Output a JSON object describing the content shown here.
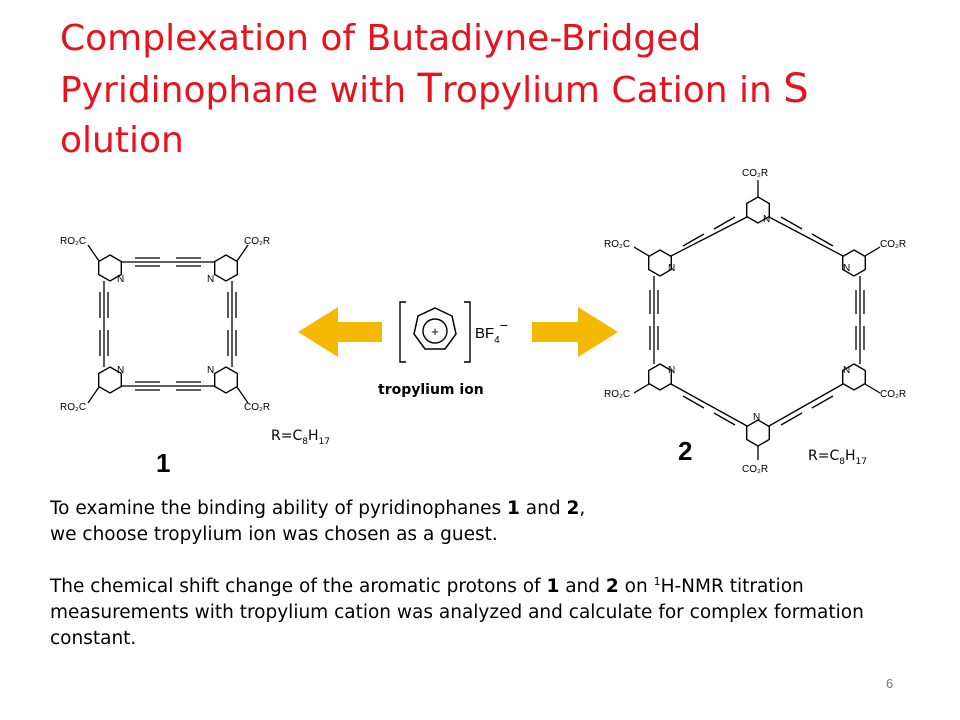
{
  "slide": {
    "title_part1": "Complexation of Butadiyne-Bridged Pyridinophane with ",
    "title_T": "T",
    "title_part2": "ropylium Cation in ",
    "title_S": "S",
    "title_part3": "olution",
    "page_number": "6"
  },
  "scheme": {
    "reagent_label": "tropylium ion",
    "counter_ion": "BF",
    "counter_ion_sub": "4",
    "counter_ion_charge": "−",
    "cation_charge": "+",
    "compound1_label": "1",
    "compound2_label": "2",
    "r_group_prefix": "R=C",
    "r_group_sub1": "8",
    "r_group_mid": "H",
    "r_group_sub2": "17",
    "ester_right": "CO₂R",
    "ester_left": "RO₂C",
    "nitrogen": "N"
  },
  "text": {
    "p1_a": "To examine the binding ability of pyridinophanes ",
    "p1_b": "1",
    "p1_c": " and ",
    "p1_d": "2",
    "p1_e": ",",
    "p1_line2": "we choose tropylium ion was chosen as a guest.",
    "p2_a": "The chemical shift change of the aromatic protons of ",
    "p2_b": "1",
    "p2_c": " and ",
    "p2_d": "2",
    "p2_e": " on ",
    "p2_sup": "1",
    "p2_f": "H-NMR titration measurements with tropylium cation was analyzed and calculate for complex formation constant."
  },
  "colors": {
    "title": "#e8121e",
    "arrow": "#f5b800"
  }
}
